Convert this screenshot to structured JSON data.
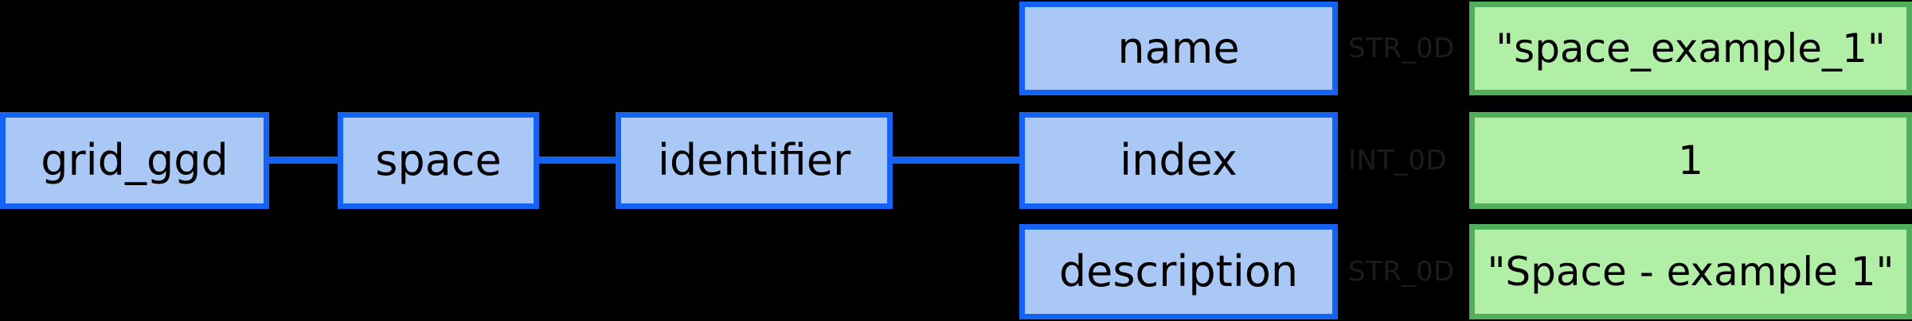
{
  "diagram": {
    "background_color": "#000000",
    "node_colors": {
      "path_fill": "#aac8f5",
      "path_border": "#1463f5",
      "value_fill": "#b1efa6",
      "value_border": "#52ad5c",
      "type_label": "#1c1c1c"
    },
    "path_nodes": [
      {
        "label": "grid_ggd"
      },
      {
        "label": "space"
      },
      {
        "label": "identifier"
      }
    ],
    "fields": [
      {
        "name": "name",
        "type": "STR_0D",
        "value": "\"space_example_1\""
      },
      {
        "name": "index",
        "type": "INT_0D",
        "value": "1"
      },
      {
        "name": "description",
        "type": "STR_0D",
        "value": "\"Space - example 1\""
      }
    ]
  }
}
